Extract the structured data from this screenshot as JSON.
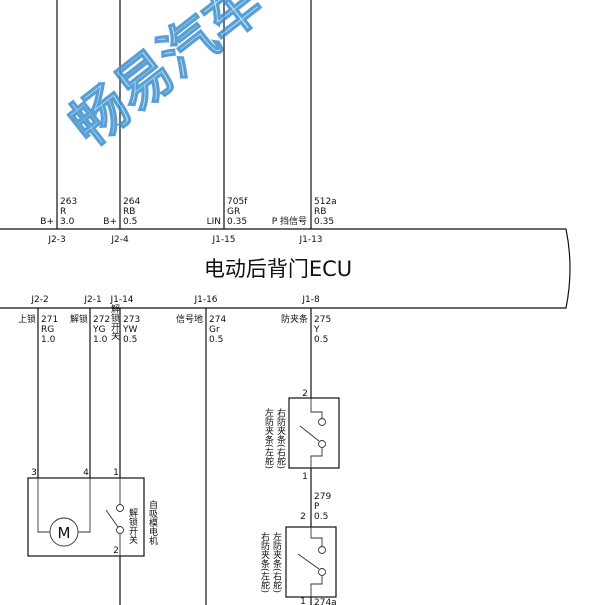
{
  "watermark": "畅易汽车",
  "ecu_label": "电动后背门ECU",
  "top_wires": [
    {
      "num": "263",
      "color": "R",
      "size": "3.0",
      "signal": "B+",
      "pin": "J2-3"
    },
    {
      "num": "264",
      "color": "RB",
      "size": "0.5",
      "signal": "B+",
      "pin": "J2-4"
    },
    {
      "num": "705f",
      "color": "GR",
      "size": "0.35",
      "signal": "LIN",
      "pin": "J1-15"
    },
    {
      "num": "512a",
      "color": "RB",
      "size": "0.35",
      "signal": "P 挡信号",
      "pin": "J1-13"
    }
  ],
  "bottom_wires": [
    {
      "pin": "J2-2",
      "signal": "上锁",
      "num": "271",
      "color": "RG",
      "size": "1.0"
    },
    {
      "pin": "J2-1",
      "signal": "解锁",
      "num": "272",
      "color": "YG",
      "size": "1.0"
    },
    {
      "pin": "J1-14",
      "signal": "解锁开关",
      "num": "273",
      "color": "YW",
      "size": "0.5"
    },
    {
      "pin": "J1-16",
      "signal": "信号地",
      "num": "274",
      "color": "Gr",
      "size": "0.5"
    },
    {
      "pin": "J1-8",
      "signal": "防夹条",
      "num": "275",
      "color": "Y",
      "size": "0.5"
    }
  ],
  "motor": {
    "symbol": "M",
    "label": "自吸模电机",
    "switch_label": "解锁开关",
    "pins": [
      "3",
      "4",
      "1",
      "2"
    ]
  },
  "strip_right": {
    "pin_top": "2",
    "pin_bottom": "1",
    "label_a": "右防夹条(右舵)",
    "label_b": "左防夹条(左舵)"
  },
  "strip_link_wire": {
    "num": "279",
    "color": "P",
    "size": "0.5"
  },
  "strip_left": {
    "pin_top": "2",
    "pin_bottom": "1",
    "label_a": "左防夹条(右舵)",
    "label_b": "右防夹条(左舵)",
    "next_wire": "274a"
  }
}
